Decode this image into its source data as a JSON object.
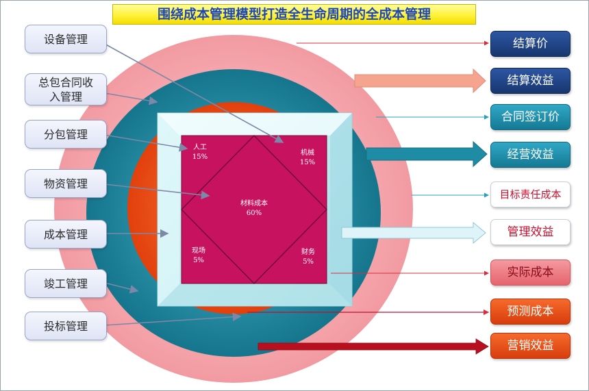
{
  "title": "围绕成本管理模型打造全生命周期的全成本管理",
  "left_labels": [
    {
      "lines": [
        "设备管理"
      ]
    },
    {
      "lines": [
        "总包合同收",
        "入管理"
      ]
    },
    {
      "lines": [
        "分包管理"
      ]
    },
    {
      "lines": [
        "物资管理"
      ]
    },
    {
      "lines": [
        "成本管理"
      ]
    },
    {
      "lines": [
        "竣工管理"
      ]
    },
    {
      "lines": [
        "投标管理"
      ]
    }
  ],
  "right_labels": [
    {
      "text": "结算价",
      "style": "dark_blue"
    },
    {
      "text": "结算效益",
      "style": "dark_blue"
    },
    {
      "text": "合同签订价",
      "style": "teal"
    },
    {
      "text": "经营效益",
      "style": "teal"
    },
    {
      "text": "目标责任成本",
      "style": "white_red"
    },
    {
      "text": "管理效益",
      "style": "white_red"
    },
    {
      "text": "实际成本",
      "style": "pink"
    },
    {
      "text": "预测成本",
      "style": "orange"
    },
    {
      "text": "营销效益",
      "style": "orange"
    }
  ],
  "center_segments": [
    {
      "name": "人工",
      "value": "15%"
    },
    {
      "name": "机械",
      "value": "15%"
    },
    {
      "name": "材料成本",
      "value": "60%"
    },
    {
      "name": "现场",
      "value": "5%"
    },
    {
      "name": "财务",
      "value": "5%"
    }
  ],
  "colors": {
    "outer_ring": "#f4a6aa",
    "teal_ring": "#1f8ca5",
    "orange_ring": "#f15a1d",
    "frame": "#c8eef3",
    "center_square": "#c7135f",
    "dark_blue_button": "#1a3f82",
    "teal_button": "#1c8fad",
    "pink_button": "#ef7e85",
    "orange_button": "#e74b14",
    "red_arrow": "#c0102c",
    "title_text": "#1d47b8"
  }
}
